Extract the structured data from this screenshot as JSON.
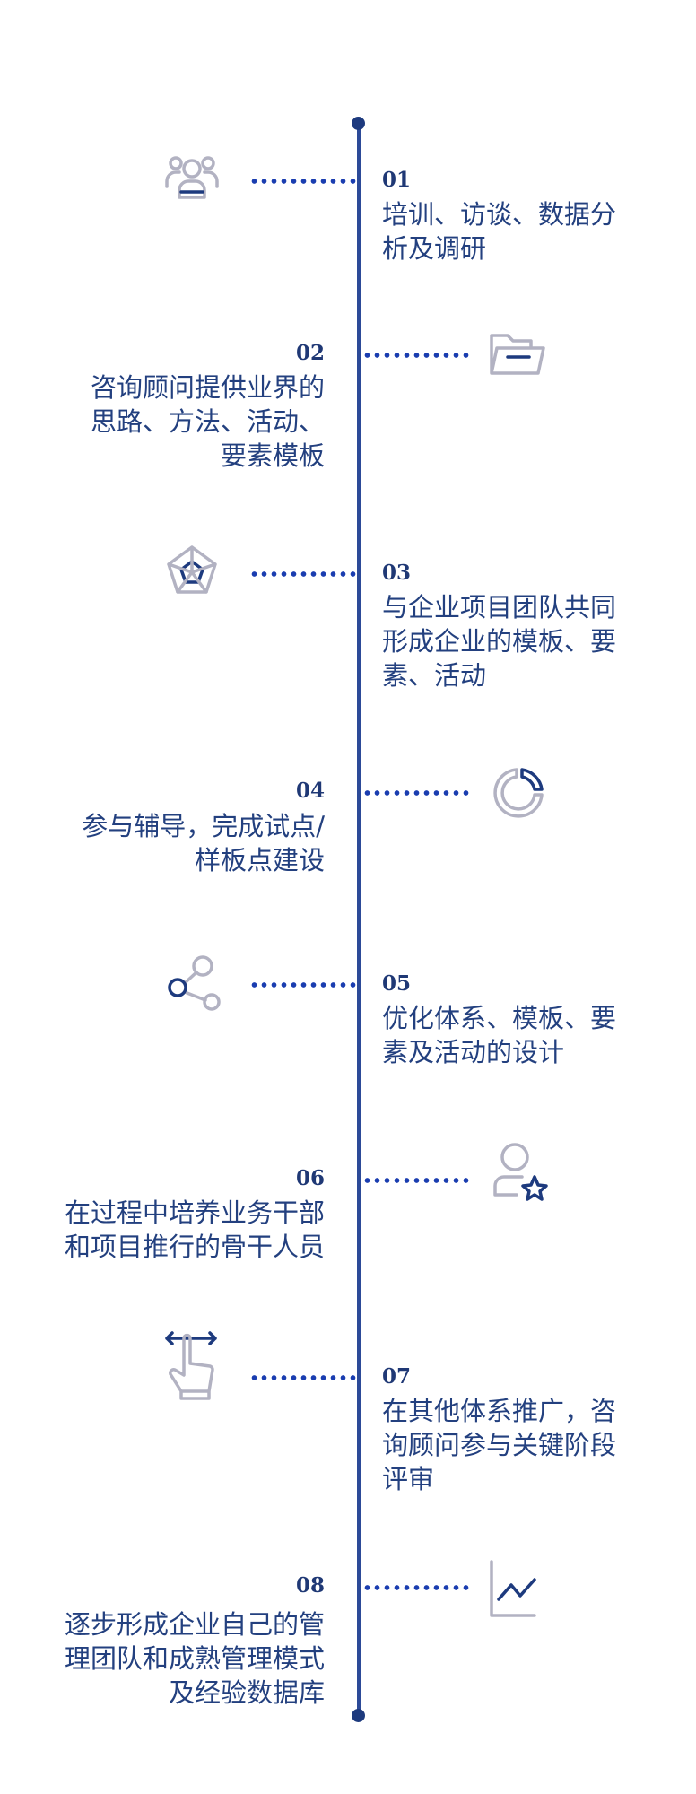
{
  "colors": {
    "axis": "#2c4a98",
    "dots": "#1a3db0",
    "text": "#23407f",
    "icon_gray": "#b2b2c2",
    "icon_accent": "#1d3a7e"
  },
  "steps": [
    {
      "number": "01",
      "lines": [
        "培训、访谈、数据分",
        "析及调研"
      ],
      "icon": "people-group-icon"
    },
    {
      "number": "02",
      "lines": [
        "咨询顾问提供业界的",
        "思路、方法、活动、",
        "要素模板"
      ],
      "icon": "folder-icon"
    },
    {
      "number": "03",
      "lines": [
        "与企业项目团队共同",
        "形成企业的模板、要",
        "素、活动"
      ],
      "icon": "radar-chart-icon"
    },
    {
      "number": "04",
      "lines": [
        "参与辅导，完成试点/",
        "样板点建设"
      ],
      "icon": "donut-chart-icon"
    },
    {
      "number": "05",
      "lines": [
        "优化体系、模板、要",
        "素及活动的设计"
      ],
      "icon": "share-nodes-icon"
    },
    {
      "number": "06",
      "lines": [
        "在过程中培养业务干部",
        "和项目推行的骨干人员"
      ],
      "icon": "user-star-icon"
    },
    {
      "number": "07",
      "lines": [
        "在其他体系推广，咨",
        "询顾问参与关键阶段",
        "评审"
      ],
      "icon": "swipe-hand-icon"
    },
    {
      "number": "08",
      "lines": [
        "逐步形成企业自己的管",
        "理团队和成熟管理模式",
        "及经验数据库"
      ],
      "icon": "line-chart-icon"
    }
  ]
}
